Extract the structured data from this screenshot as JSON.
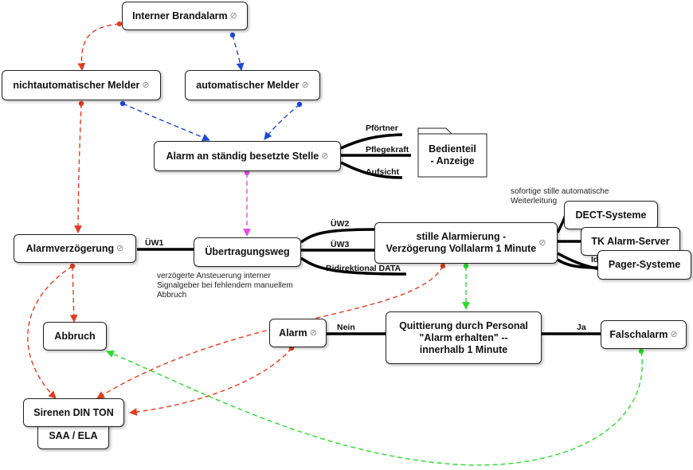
{
  "nodes": {
    "interner_brandalarm": "Interner Brandalarm",
    "nichtautomatischer_melder": "nichtautomatischer Melder",
    "automatischer_melder": "automatischer Melder",
    "alarm_stelle": "Alarm an ständig besetzte Stelle",
    "bedienteil": "Bedienteil\n- Anzeige",
    "alarmverzoegerung": "Alarmverzögerung",
    "uebertragungsweg": "Übertragungsweg",
    "stille_alarmierung": "stille Alarmierung -\nVerzögerung Vollalarm 1 Minute",
    "dect": "DECT-Systeme",
    "tk_server": "TK Alarm-Server",
    "pager": "Pager-Systeme",
    "abbruch": "Abbruch",
    "alarm": "Alarm",
    "quittierung": "Quittierung durch Personal\n\"Alarm erhalten\"  --\ninnerhalb 1 Minute",
    "falschalarm": "Falschalarm",
    "sirenen": "Sirenen DIN TON",
    "saa_ela": "SAA / ELA"
  },
  "branch_labels": {
    "pfoertner": "Pförtner",
    "pflegekraft": "Pflegekraft",
    "aufsicht": "Aufsicht",
    "uew1": "ÜW1",
    "uew2": "ÜW2",
    "uew3": "ÜW3",
    "bidirektional": "Bidirektional DATA",
    "nein": "Nein",
    "ja": "Ja",
    "id": "Id"
  },
  "notes": {
    "weiterleitung": "sofortige stille automatische\nWeiterleitung",
    "verzoegerte": "verzögerte Ansteuerung interner\nSignalgeber bei fehlendem manuellem\nAbbruch"
  },
  "icons": {
    "attachment": "paperclip-icon"
  },
  "colors": {
    "red": "#e03c1f",
    "blue": "#1f47d6",
    "magenta": "#e64de6",
    "green": "#2bd92b",
    "black": "#000000"
  }
}
